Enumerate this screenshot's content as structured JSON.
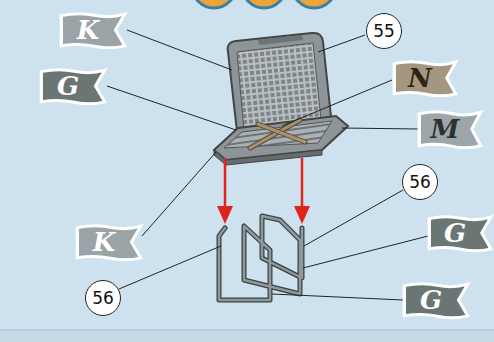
{
  "diagram": {
    "nodes": [
      {
        "text": [
          "K"
        ]
      },
      {
        "text": [
          "55"
        ]
      },
      {
        "text": [
          "N"
        ]
      },
      {
        "text": [
          "G"
        ]
      },
      {
        "text": [
          "M"
        ]
      },
      {
        "text": [
          "56"
        ]
      },
      {
        "text": [
          "G"
        ]
      },
      {
        "text": [
          "K"
        ]
      },
      {
        "text": [
          "56"
        ]
      },
      {
        "text": [
          "G"
        ]
      }
    ],
    "edges": []
  }
}
